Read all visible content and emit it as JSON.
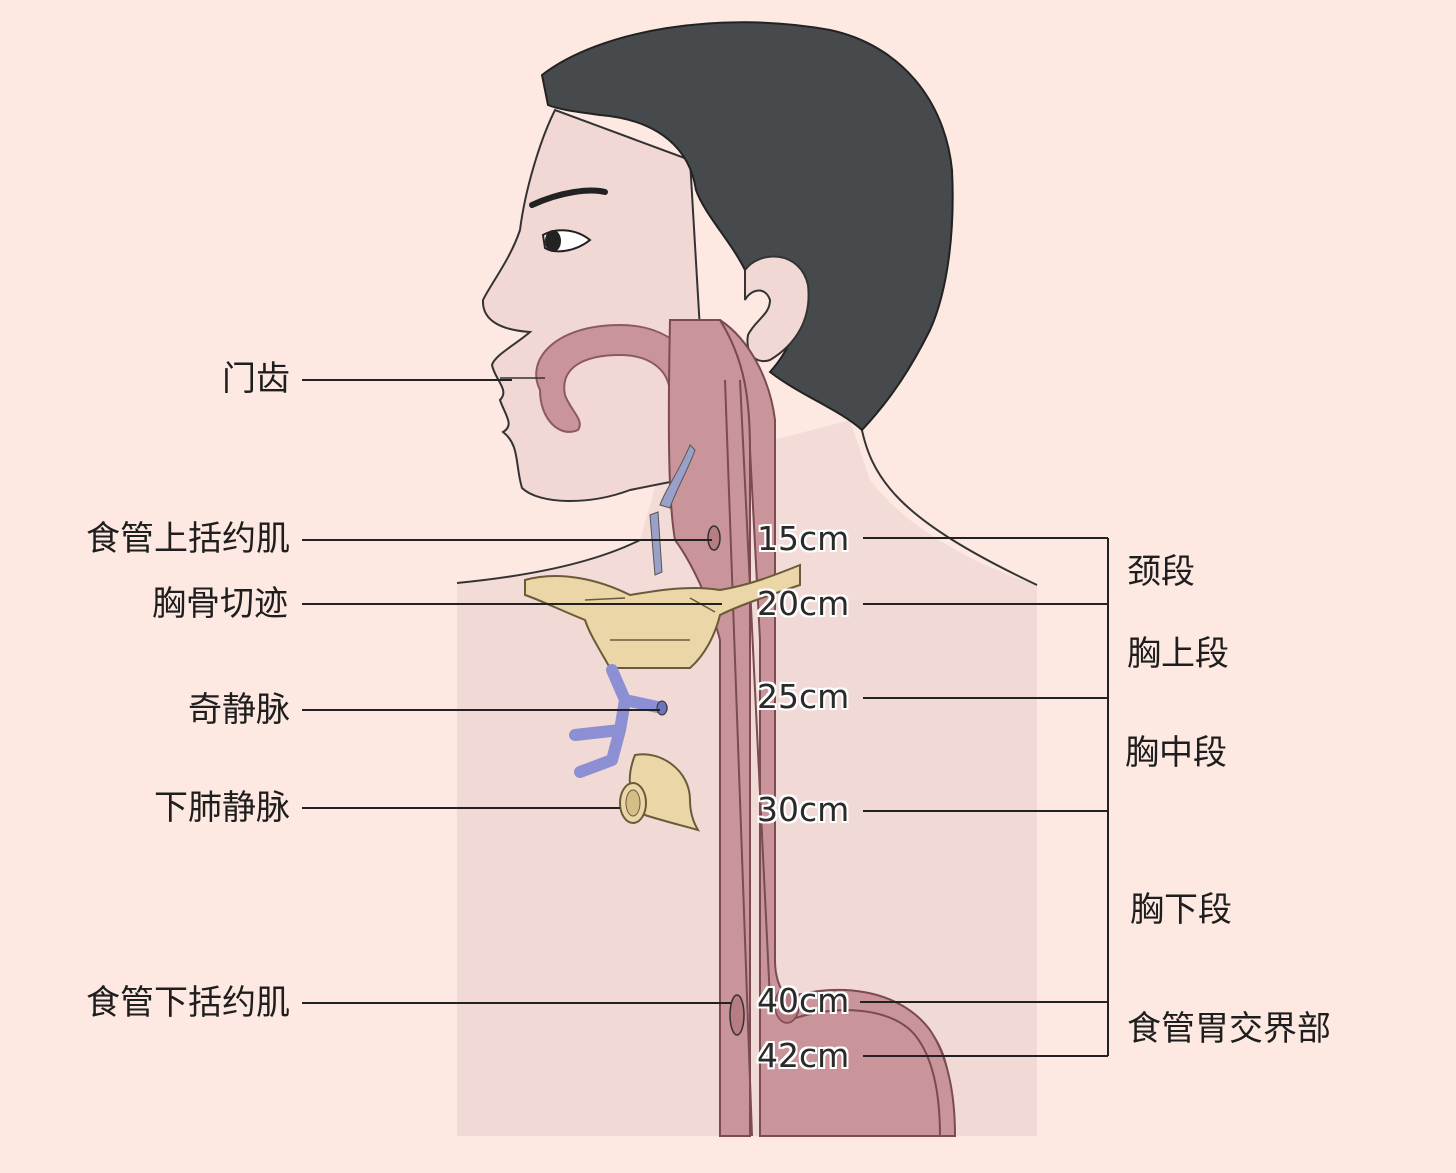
{
  "left_labels": {
    "incisors": "门齿",
    "upper_sphincter": "食管上括约肌",
    "sternal_notch": "胸骨切迹",
    "azygos_vein": "奇静脉",
    "inferior_pulmonary_vein": "下肺静脉",
    "lower_sphincter": "食管下括约肌"
  },
  "distance_marks": {
    "m15": "15cm",
    "m20": "20cm",
    "m25": "25cm",
    "m30": "30cm",
    "m40": "40cm",
    "m42": "42cm"
  },
  "segments": {
    "cervical": "颈段",
    "upper_thoracic": "胸上段",
    "middle_thoracic": "胸中段",
    "lower_thoracic": "胸下段",
    "gej": "食管胃交界部"
  },
  "colors": {
    "background": "#fde9e2",
    "skin": "#f2d8d4",
    "hair": "#474a4d",
    "esophagus": "#c9959a",
    "esophagus_dark": "#b87c83",
    "bone": "#ead6a6",
    "vein": "#8c8fd3",
    "line": "#222222"
  }
}
